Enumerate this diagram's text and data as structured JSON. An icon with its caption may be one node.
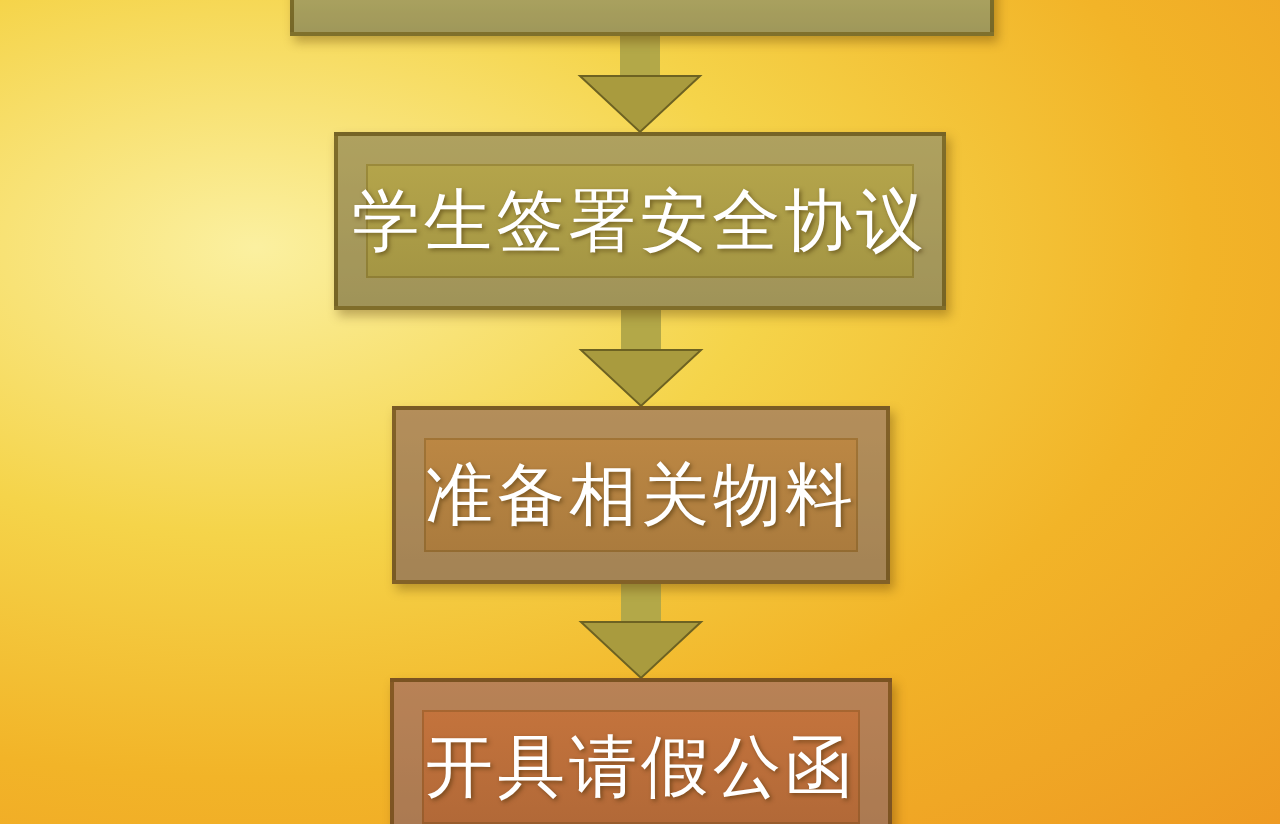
{
  "diagram": {
    "nodes": [
      {
        "text": [],
        "shape": "box"
      },
      {
        "text": [
          "学生签署安全协议"
        ]
      },
      {
        "text": [
          "准备相关物料"
        ]
      },
      {
        "text": [
          "开具请假公函"
        ]
      }
    ],
    "edges": [
      {
        "from": 0,
        "to": 1,
        "arrow": "to"
      },
      {
        "from": 1,
        "to": 2,
        "arrow": "to"
      },
      {
        "from": 2,
        "to": 3,
        "arrow": "to"
      }
    ]
  }
}
